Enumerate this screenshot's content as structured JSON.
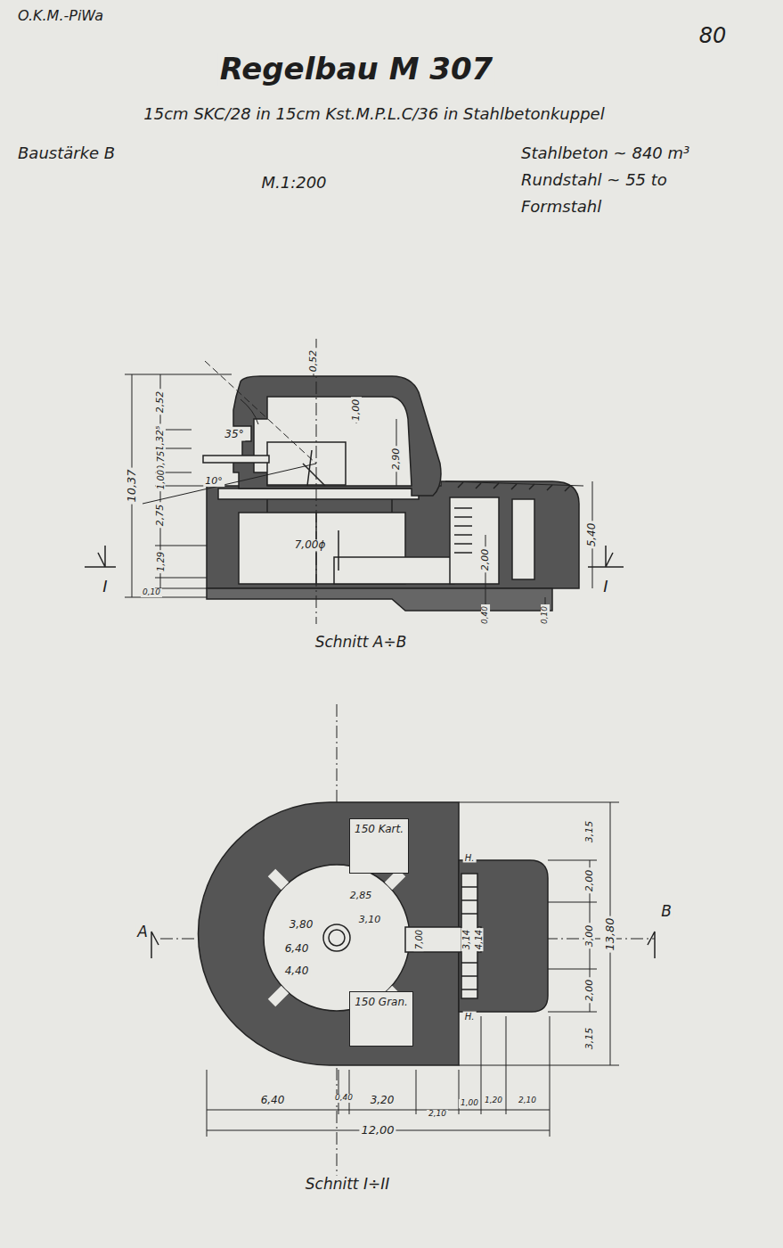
{
  "diagram": {
    "title": "Regelbau M 307",
    "nodes": [
      {
        "text": [
          "150 Kart."
        ]
      },
      {
        "text": [
          "150 Gran."
        ]
      }
    ],
    "labels": [
      "80",
      "O.K.M.-PiWa",
      "15cm SKC/28 in 15cm Kst.M.P.L.C/36 in Stahlbetonkuppel",
      "Baustärke B",
      "M.1:200",
      "Stahlbeton ~ 840 m³",
      "Rundstahl ~ 55 to",
      "Formstahl",
      "10,37",
      "2,52",
      "1,32⁵",
      "0,75",
      "1,00",
      "2,75",
      "1,29",
      "0,10",
      "35°",
      "10°",
      "0,52",
      "1,00",
      "2,90",
      "7,00ϕ",
      "2,00",
      "5,40",
      "0,40",
      "0,10",
      "I",
      "I",
      "Schnitt A÷B",
      "A",
      "B",
      "3,80",
      "6,40",
      "4,40",
      "2,85",
      "3,10",
      "7,00",
      "3,14",
      "4,14",
      "H.",
      "H.",
      "3,15",
      "2,00",
      "3,00",
      "2,00",
      "3,15",
      "13,80",
      "6,40",
      "0,40",
      "3,20",
      "2,10",
      "1,00",
      "1,20",
      "2,10",
      "12,00",
      "Schnitt I÷II"
    ]
  }
}
